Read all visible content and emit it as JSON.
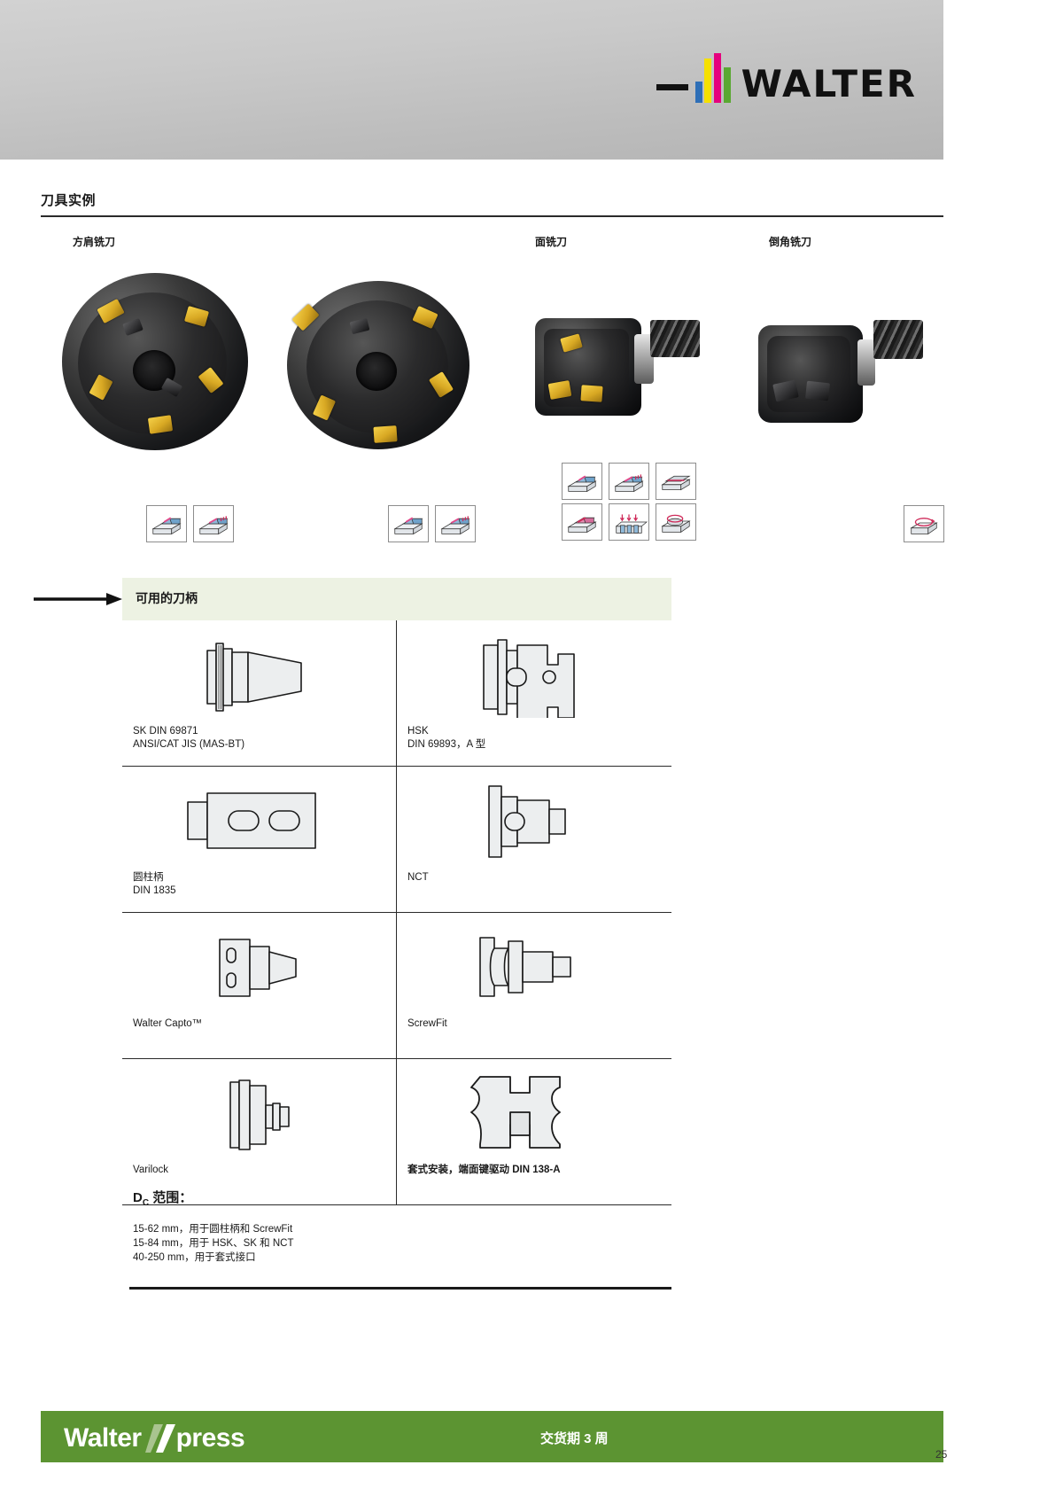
{
  "header": {
    "brand": "WALTER",
    "logo_colors": {
      "blue": "#2e6fb7",
      "yellow": "#f5e000",
      "magenta": "#e5007d",
      "green": "#5aa832"
    }
  },
  "section": {
    "title": "刀具实例"
  },
  "products": [
    {
      "label": "方肩铣刀",
      "icons": [
        "shoulder-milling-icon",
        "shoulder-milling-ramping-icon"
      ]
    },
    {
      "label": "面铣刀",
      "icons": [
        "face-milling-icon",
        "face-milling-ramping-icon"
      ]
    },
    {
      "label": "倒角铣刀",
      "icons": [
        "chamfer-milling-icon"
      ]
    }
  ],
  "facemill_icons": [
    "slot-milling-icon",
    "shoulder-milling-icon",
    "face-milling-icon",
    "plunge-milling-icon",
    "helical-interpolation-icon",
    "circular-ramping-icon"
  ],
  "banner": {
    "title": "可用的刀柄",
    "background": "#edf2e3",
    "arrow": "arrow-right-icon"
  },
  "holders": [
    {
      "left": {
        "name": "sk-din-69871-holder",
        "line1": "SK DIN 69871",
        "line2": "ANSI/CAT JIS (MAS-BT)"
      },
      "right": {
        "name": "hsk-holder",
        "line1": "HSK",
        "line2": "DIN 69893，A 型"
      }
    },
    {
      "left": {
        "name": "cylindrical-shank-holder",
        "line1": "圆柱柄",
        "line2": "DIN 1835"
      },
      "right": {
        "name": "nct-holder",
        "line1": "NCT",
        "line2": ""
      }
    },
    {
      "left": {
        "name": "walter-capto-holder",
        "line1": "Walter Capto™",
        "line2": ""
      },
      "right": {
        "name": "screwfit-holder",
        "line1": "ScrewFit",
        "line2": ""
      }
    },
    {
      "left": {
        "name": "varilock-holder",
        "line1": "Varilock",
        "line2": ""
      },
      "right": {
        "name": "arbor-mount-holder",
        "line1": "套式安装，端面键驱动 DIN 138-A",
        "line2": ""
      }
    }
  ],
  "dc": {
    "title": "D",
    "title_sub": "C",
    "title_rest": " 范围：",
    "lines": [
      "15-62 mm，用于圆柱柄和 ScrewFit",
      "15-84 mm，用于 HSK、SK 和 NCT",
      "40-250 mm，用于套式接口"
    ]
  },
  "footer": {
    "brand_first": "Walter",
    "brand_x": "X",
    "brand_last": "press",
    "delivery": "交货期 3 周",
    "page": "25",
    "background": "#5c9432"
  }
}
